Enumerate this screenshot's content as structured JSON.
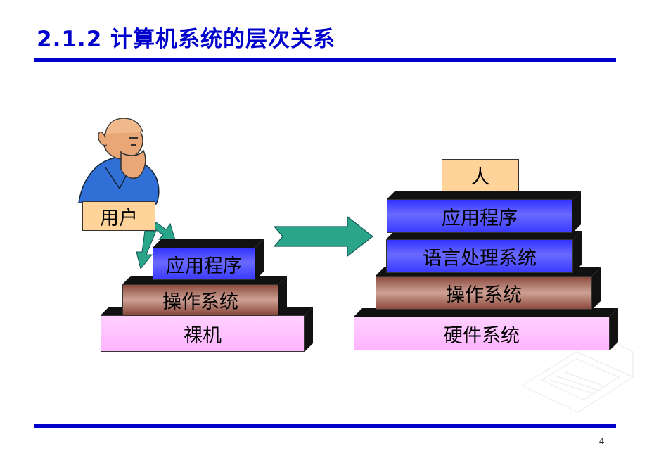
{
  "title": "2.1.2 计算机系统的层次关系",
  "page_number": "4",
  "left_stack": {
    "user_label": "用户",
    "layers": [
      "应用程序",
      "操作系统",
      "裸机"
    ]
  },
  "right_stack": {
    "layers": [
      "人",
      "应用程序",
      "语言处理系统",
      "操作系统",
      "硬件系统"
    ]
  },
  "colors": {
    "title": "#0000cc",
    "rule": "#0000cc",
    "application": "#4a4aff",
    "os": "#b07a6e",
    "hardware": "#ffb4ff",
    "person": "#ffd39a",
    "arrow": "#2aa58a"
  },
  "icons": [
    "thinking-man-icon",
    "big-arrow-icon",
    "small-arrows-icon",
    "laptop-watermark-icon"
  ]
}
